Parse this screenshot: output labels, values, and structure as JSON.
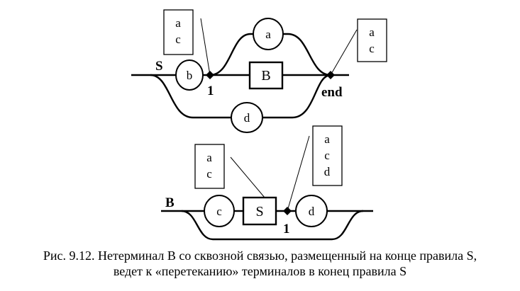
{
  "diagram1": {
    "rule_label": "S",
    "terminal_b": "b",
    "terminal_a": "a",
    "nonterminal_b": "B",
    "terminal_d": "d",
    "point_1": "1",
    "point_end": "end",
    "set_left": [
      "a",
      "c"
    ],
    "set_right": [
      "a",
      "c"
    ]
  },
  "diagram2": {
    "rule_label": "B",
    "terminal_c": "c",
    "nonterminal_s": "S",
    "terminal_d": "d",
    "point_1": "1",
    "set_left": [
      "a",
      "c"
    ],
    "set_right": [
      "a",
      "c",
      "d"
    ]
  },
  "caption": {
    "line1": "Рис. 9.12.  Нетерминал B со сквозной связью, размещенный на конце правила S,",
    "line2": "ведет к «перетеканию» терминалов в конец правила S"
  }
}
